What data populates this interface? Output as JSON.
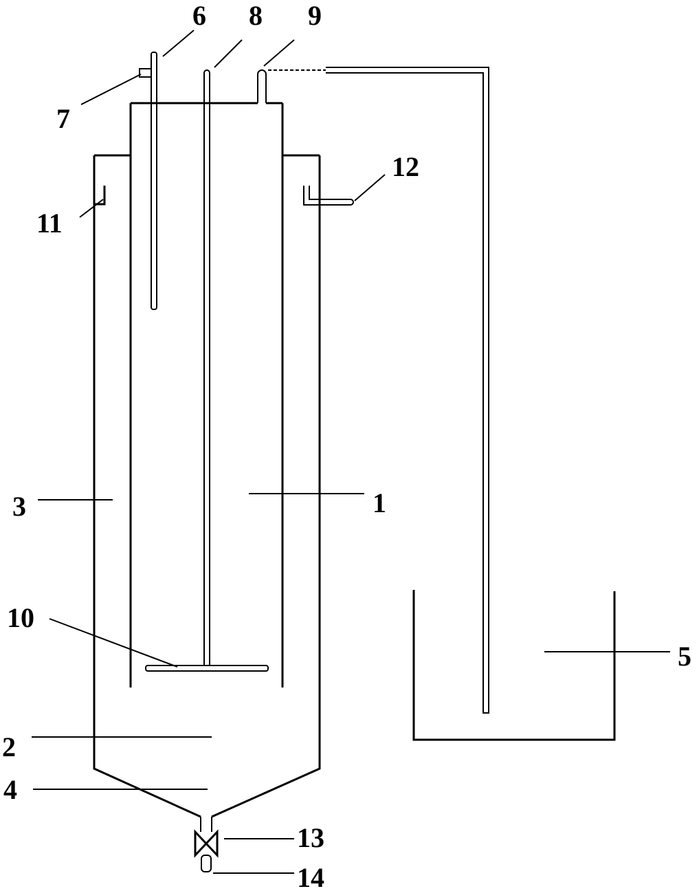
{
  "labels": {
    "l1": "1",
    "l2": "2",
    "l3": "3",
    "l4": "4",
    "l5": "5",
    "l6": "6",
    "l7": "7",
    "l8": "8",
    "l9": "9",
    "l10": "10",
    "l11": "11",
    "l12": "12",
    "l13": "13",
    "l14": "14"
  },
  "colors": {
    "line": "#000000",
    "background": "#ffffff"
  }
}
